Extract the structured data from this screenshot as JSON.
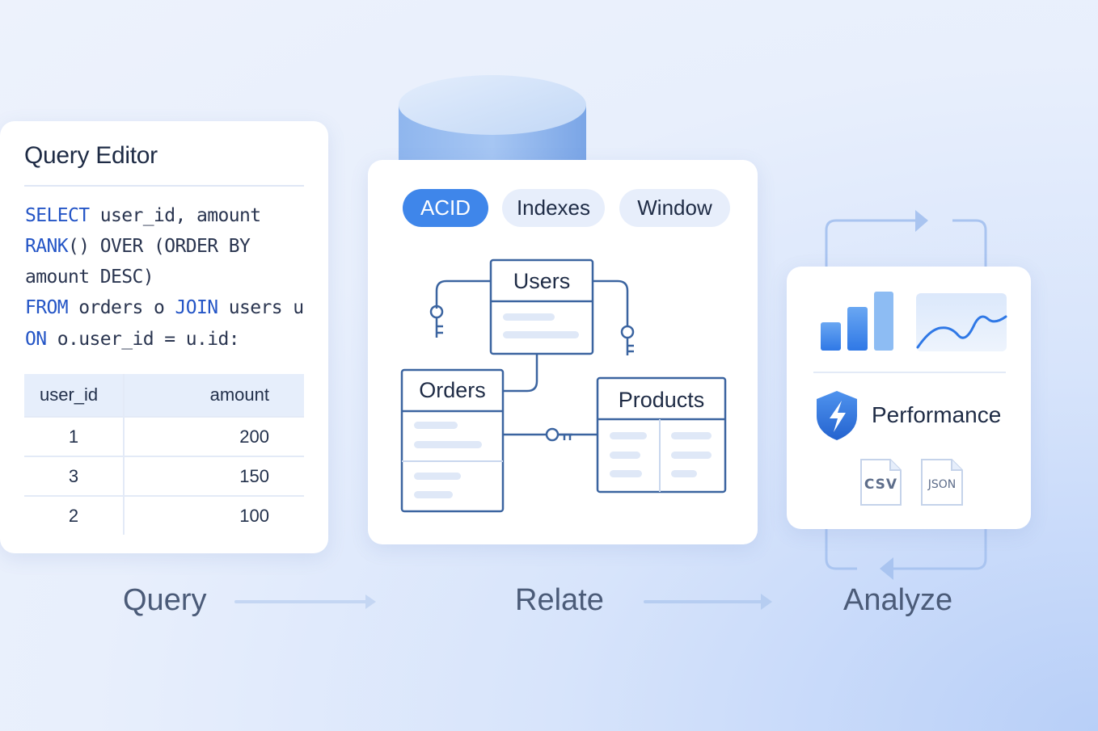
{
  "editor": {
    "title": "Query Editor",
    "code": [
      {
        "kw": "SELECT",
        "rest": " user_id, amount"
      },
      {
        "kw": "RANK",
        "rest": "() OVER (ORDER BY"
      },
      {
        "kw": "",
        "rest": "amount DESC)"
      },
      {
        "kw": "FROM",
        "rest": " orders o ",
        "kw2": "JOIN",
        "rest2": " users u"
      },
      {
        "kw": "ON",
        "rest": " o.user_id = u.id:"
      }
    ],
    "table": {
      "headers": [
        "user_id",
        "amount"
      ],
      "rows": [
        [
          "1",
          "200"
        ],
        [
          "3",
          "150"
        ],
        [
          "2",
          "100"
        ]
      ]
    }
  },
  "schema": {
    "pills": [
      "ACID",
      "Indexes",
      "Window"
    ],
    "tables": {
      "users": "Users",
      "orders": "Orders",
      "products": "Products"
    }
  },
  "analyze": {
    "label": "Performance",
    "files": [
      "CSV",
      "JSON"
    ]
  },
  "steps": [
    "Query",
    "Relate",
    "Analyze"
  ],
  "colors": {
    "accent": "#3f86ea",
    "keyword": "#2455c6",
    "outline": "#3b64a0",
    "text": "#1e2b45"
  }
}
